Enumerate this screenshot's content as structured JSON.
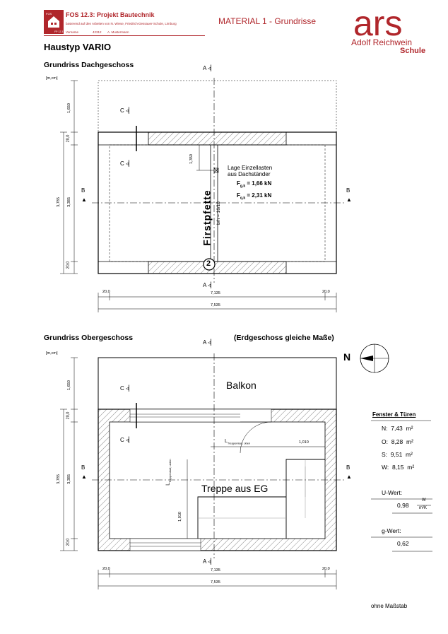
{
  "header": {
    "course": "FOS 12.3: Projekt Bautechnik",
    "basis": "basierend auf den Arbeiten von N. Wiese, Friedrich-Dessauer-Schule, Limburg",
    "name_label": "Vorname",
    "id_value": "42312",
    "name_value": "A. Mustermann",
    "badge_top": "FOS",
    "badge_bottom": "FP 12.3",
    "material": "MATERIAL 1 - Grundrisse",
    "logo_text": "ars",
    "logo_school_1": "Adolf Reichwein",
    "logo_school_2": "Schule"
  },
  "title": "Haustyp VARIO",
  "dachgeschoss": {
    "heading": "Grundriss Dachgeschoss",
    "unit": "[m,cm]",
    "dims_left": [
      "1,650",
      "20,0",
      "3,385",
      "20,0",
      "3,785"
    ],
    "dims_bottom": [
      "20,0",
      "7,135",
      "20,0",
      "7,535"
    ],
    "dim_1350": "1,350",
    "last_title_1": "Lage Einzellasten",
    "last_title_2": "aus Dachständer",
    "fgk_label": "F",
    "fgk_sub": "g,k",
    "fgk_value": "= 1,66 kN",
    "fqk_label": "F",
    "fqk_sub": "q,k",
    "fqk_value": "= 2,31 kN",
    "firstpfette": "Firstpfette",
    "bh": "b/h = 16/18",
    "position_number": "2"
  },
  "obergeschoss": {
    "heading": "Grundriss Obergeschoss",
    "heading_note": "(Erdgeschoss gleiche Maße)",
    "unit": "[m,cm]",
    "balkon": "Balkon",
    "treppe": "Treppe aus EG",
    "dims_left": [
      "1,650",
      "20,0",
      "3,385",
      "20,0",
      "3,785",
      "1,010"
    ],
    "dims_bottom": [
      "20,0",
      "7,135",
      "20,0",
      "7,535"
    ],
    "dim_1010_top": "1,010",
    "l_treppe_label": "L",
    "l_treppe_sub": "Treppenlauf, unten",
    "l_treppe_oben_label": "L",
    "l_treppe_oben_sub": "Treppenlauf, oben"
  },
  "section_labels": {
    "a": "A",
    "b": "B",
    "c": "C"
  },
  "north_label": "N",
  "sidebar": {
    "title": "Fenster & Türen",
    "rows": [
      {
        "dir": "N:",
        "value": "7,43",
        "unit": "m²"
      },
      {
        "dir": "O:",
        "value": "8,28",
        "unit": "m²"
      },
      {
        "dir": "S:",
        "value": "9,51",
        "unit": "m²"
      },
      {
        "dir": "W:",
        "value": "8,15",
        "unit": "m²"
      }
    ],
    "u_label": "U-Wert:",
    "u_value": "0,98",
    "u_unit_top": "W",
    "u_unit_bottom": "m²K",
    "g_label": "g-Wert:",
    "g_value": "0,62"
  },
  "footer": "ohne Maßstab",
  "colors": {
    "accent": "#b0262b",
    "line": "#000000",
    "hatch": "#555555"
  }
}
